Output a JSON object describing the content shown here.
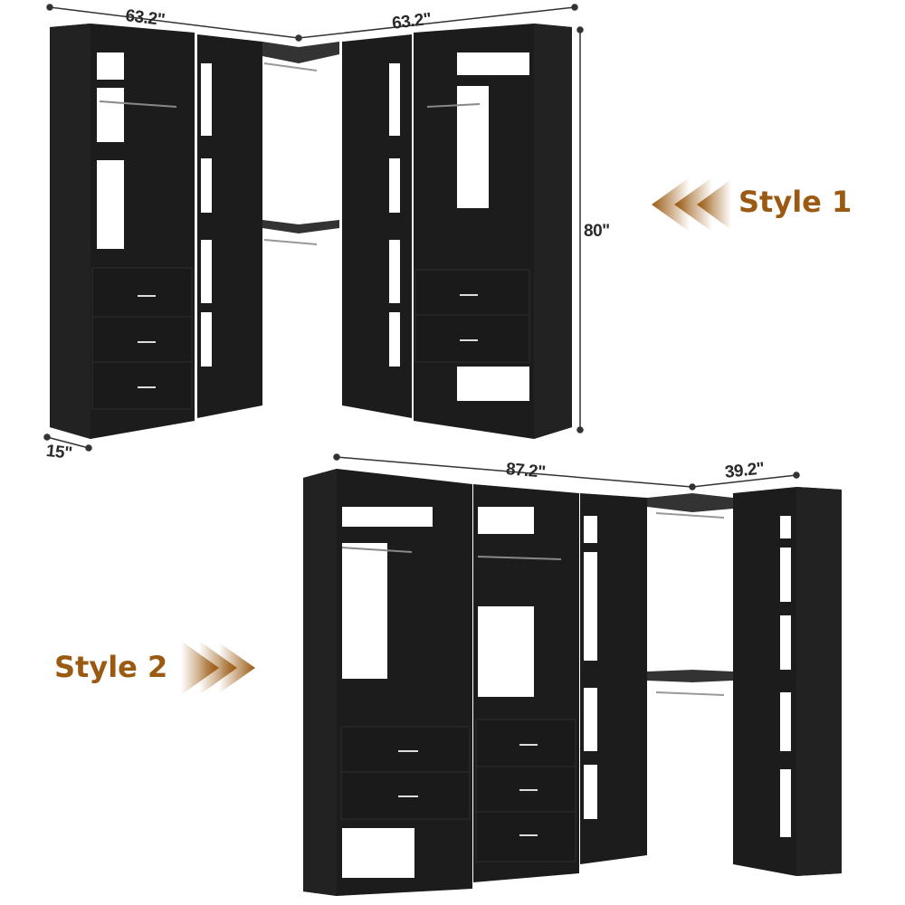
{
  "style1": {
    "label": "Style 1",
    "arrow_direction": "left",
    "dimensions": {
      "left_width": "63.2\"",
      "right_width": "63.2\"",
      "height": "80\"",
      "depth": "15\""
    }
  },
  "style2": {
    "label": "Style 2",
    "arrow_direction": "right",
    "dimensions": {
      "main_width": "87.2\"",
      "side_width": "39.2\""
    }
  },
  "colors": {
    "accent": "#9a5a12",
    "furniture": "#1c1c1c",
    "furniture_edge": "#2e2e2e",
    "dimension_line": "#333333",
    "background": "#ffffff"
  }
}
